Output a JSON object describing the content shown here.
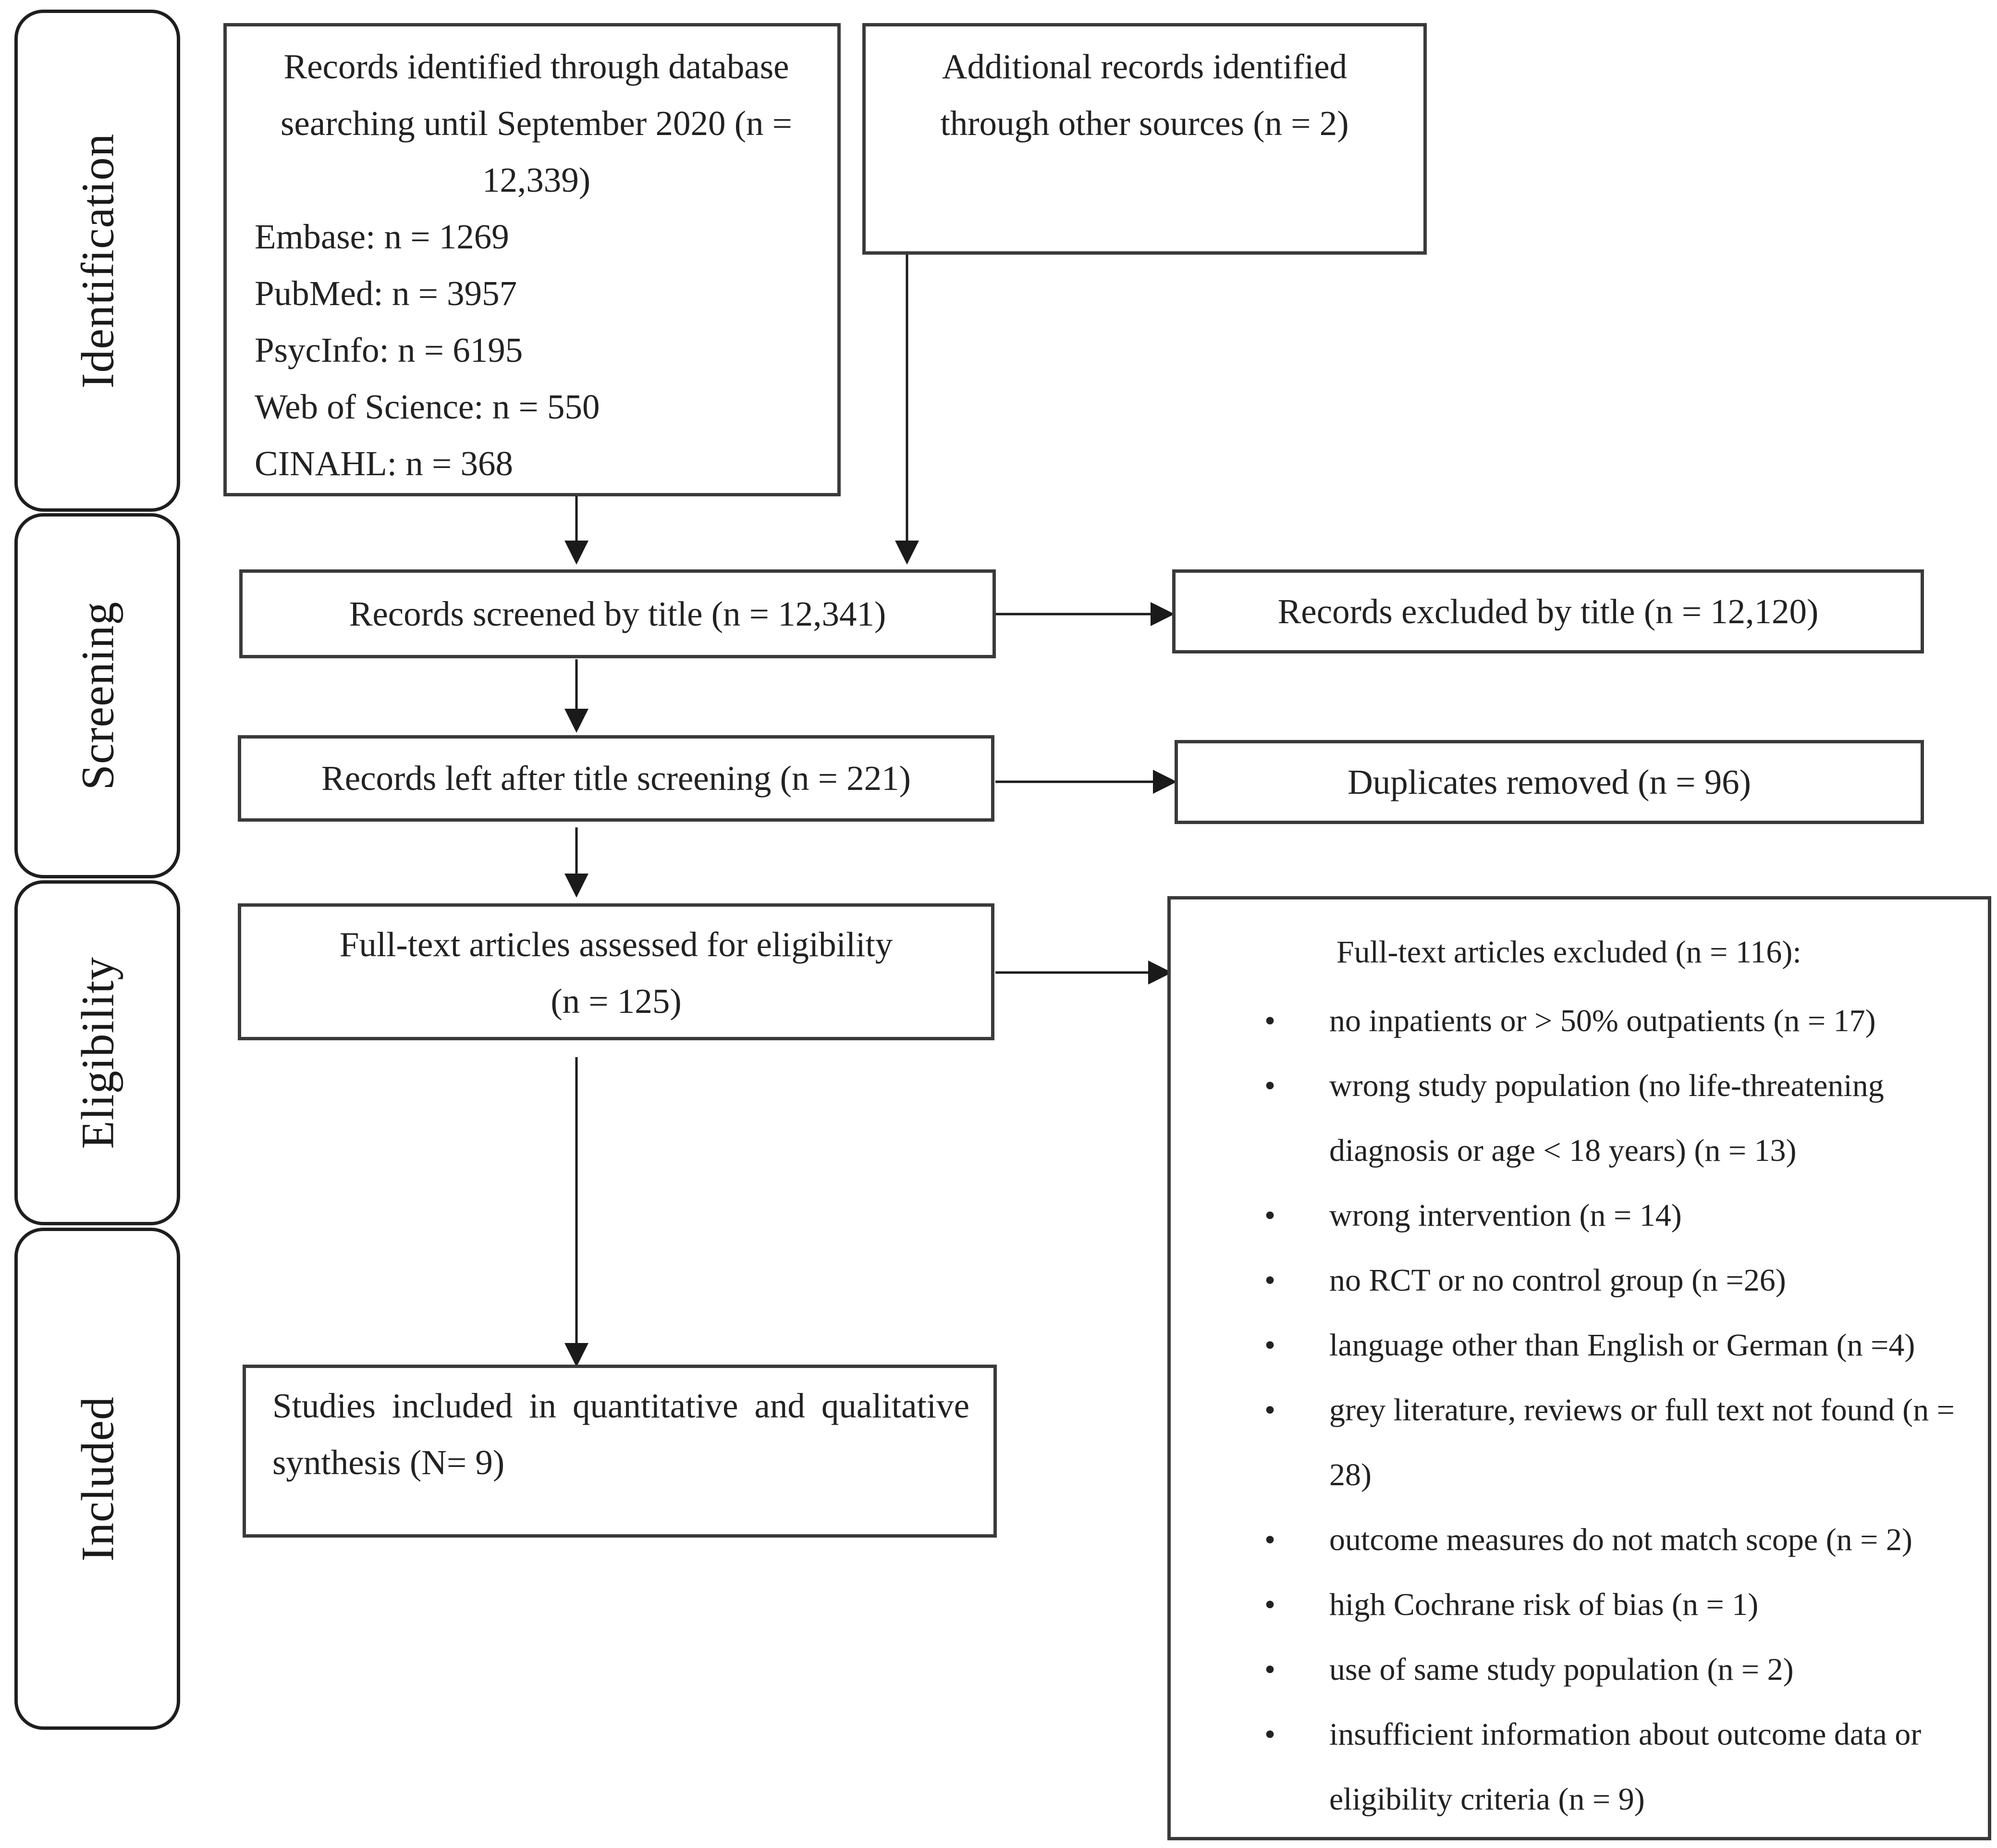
{
  "stages": {
    "identification": "Identification",
    "screening": "Screening",
    "eligibility": "Eligibility",
    "included": "Included"
  },
  "identification": {
    "database_records": {
      "heading_line1": "Records identified through database",
      "heading_line2": "searching until September 2020 (n =",
      "heading_line3": "12,339)",
      "sources": [
        "Embase: n = 1269",
        "PubMed: n = 3957",
        "PsycInfo: n = 6195",
        "Web of Science: n = 550",
        "CINAHL: n = 368"
      ]
    },
    "other_sources": {
      "line1": "Additional records identified",
      "line2": "through other sources (n = 2)"
    }
  },
  "screening": {
    "screened_by_title": "Records screened by title (n = 12,341)",
    "excluded_by_title": "Records excluded by title (n = 12,120)",
    "left_after_title": "Records left after title screening (n = 221)",
    "duplicates_removed": "Duplicates removed (n = 96)"
  },
  "eligibility": {
    "assessed_line1": "Full-text articles assessed for eligibility",
    "assessed_line2": "(n = 125)",
    "excluded_heading": "Full-text articles excluded (n = 116):",
    "excluded_reasons": [
      "no inpatients or > 50% outpatients (n = 17)",
      "wrong study population (no life-threatening diagnosis or age < 18 years) (n = 13)",
      "wrong intervention (n = 14)",
      "no RCT or no control group (n =26)",
      "language other than English or German (n =4)",
      "grey literature, reviews or full text not found (n = 28)",
      "outcome measures do not match scope (n = 2)",
      "high Cochrane risk of bias (n = 1)",
      "use of same study population (n = 2)",
      "insufficient information about outcome data or eligibility criteria (n = 9)"
    ]
  },
  "included": {
    "studies": "Studies included in quantitative and qualitative synthesis (N= 9)"
  },
  "colors": {
    "border": "#3a3a3a",
    "text": "#222222",
    "background": "#ffffff"
  }
}
